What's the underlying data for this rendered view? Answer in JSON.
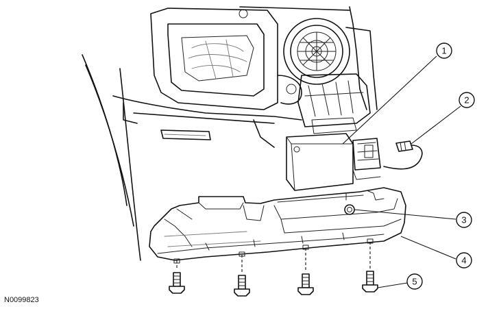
{
  "figure_id": "N0099823",
  "callouts": [
    {
      "label": "1"
    },
    {
      "label": "2"
    },
    {
      "label": "3"
    },
    {
      "label": "4"
    },
    {
      "label": "5"
    }
  ]
}
